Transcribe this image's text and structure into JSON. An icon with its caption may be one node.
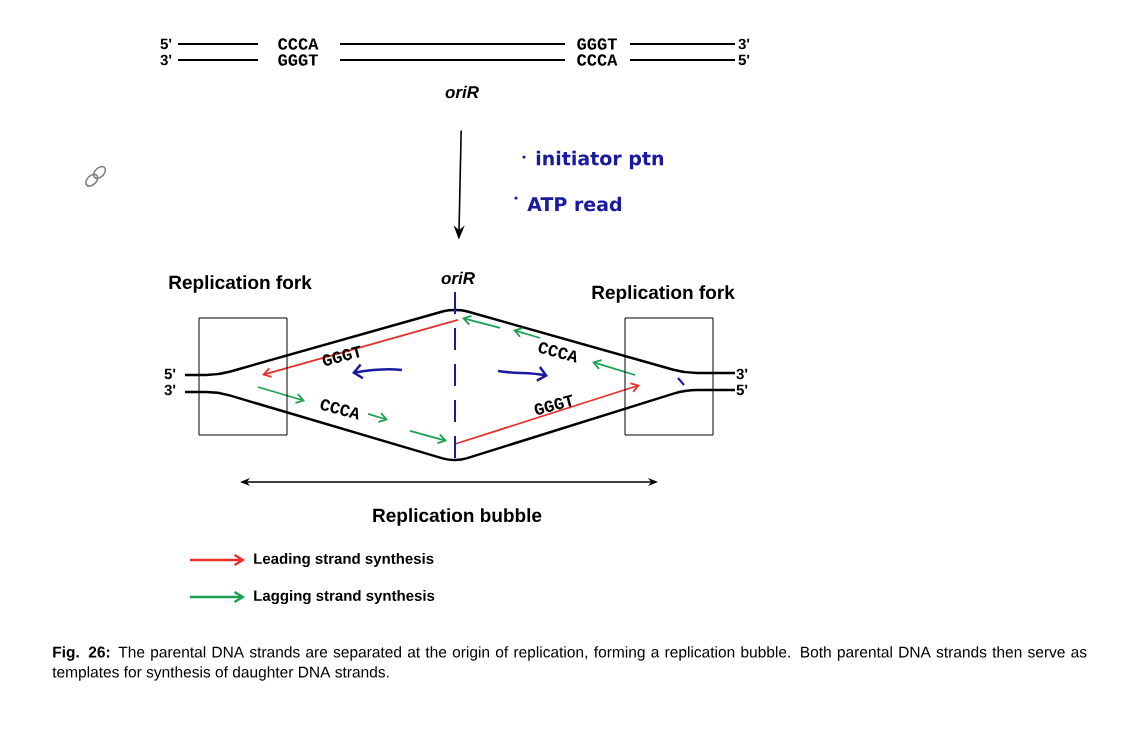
{
  "diagram": {
    "caption": "**Fig. 26:** The parental DNA strands are separated at the origin of replication, forming a replication bubble. Both parental DNA strands then serve as templates for synthesis of daughter DNA strands.",
    "nodes": [
      {
        "text": [
          "oriR"
        ]
      },
      {
        "text": [
          "oriR"
        ]
      },
      {
        "text": [
          "Replication fork"
        ]
      },
      {
        "text": [
          "Replication fork"
        ]
      }
    ],
    "edges": [
      {
        "from": 0,
        "to": 1,
        "arrow": "to"
      }
    ],
    "labels": [
      "5'",
      "CCCA",
      "GGGT",
      "3'",
      "3'",
      "GGGT",
      "CCCA",
      "5'",
      "initiator ptn",
      "ATP read",
      "GGGT",
      "CCCA",
      "5'",
      "3'",
      "3'",
      "5'",
      "CCCA",
      "GGGT",
      "Replication bubble"
    ],
    "legend": [
      {
        "text": "Leading strand synthesis",
        "color": "#e8302a"
      },
      {
        "text": "Lagging strand synthesis",
        "color": "#1aa050"
      }
    ]
  }
}
